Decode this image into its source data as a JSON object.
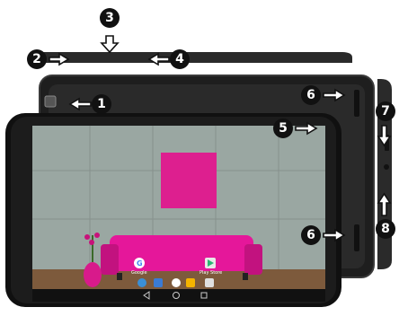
{
  "callouts": [
    {
      "id": "callout-1",
      "number": "1"
    },
    {
      "id": "callout-2",
      "number": "2"
    },
    {
      "id": "callout-3",
      "number": "3"
    },
    {
      "id": "callout-4",
      "number": "4"
    },
    {
      "id": "callout-5",
      "number": "5"
    },
    {
      "id": "callout-6-top",
      "number": "6"
    },
    {
      "id": "callout-6-bottom",
      "number": "6"
    },
    {
      "id": "callout-7",
      "number": "7"
    },
    {
      "id": "callout-8",
      "number": "8"
    }
  ],
  "screen": {
    "apps": [
      {
        "name": "google-app",
        "label": "Google"
      },
      {
        "name": "play-store-app",
        "label": "Play Store"
      }
    ],
    "wallpaper_colors": {
      "wall": "#9aa7a2",
      "floor": "#7d5a3c",
      "sofa": "#e5179a",
      "frame": "#dd1f8f"
    }
  }
}
